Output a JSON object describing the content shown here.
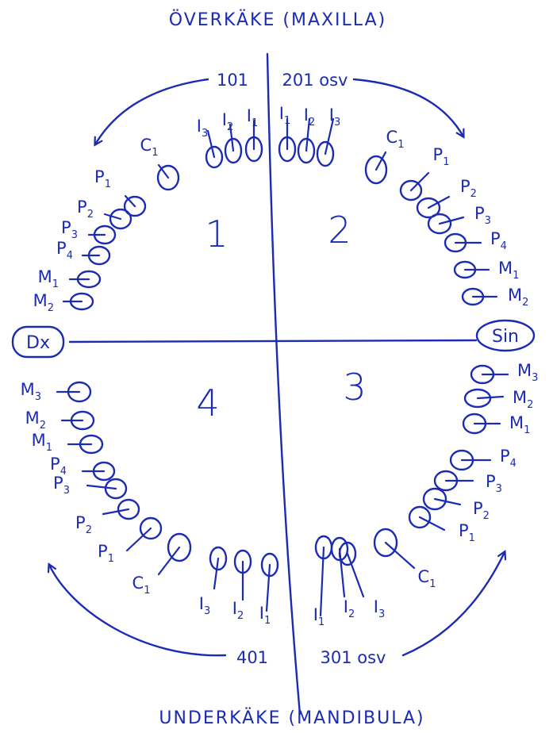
{
  "diagram": {
    "upper_title": "ÖVERKÄKE (MAXILLA)",
    "lower_title": "UNDERKÄKE (MANDIBULA)",
    "side_right_patient": "Dx",
    "side_left_patient": "Sin",
    "quadrants": [
      "1",
      "2",
      "3",
      "4"
    ],
    "numbering": {
      "q1": "101",
      "q2": "201 osv",
      "q3": "301 osv",
      "q4": "401"
    },
    "teeth": {
      "q1": [
        "I1",
        "I2",
        "I3",
        "C1",
        "P1",
        "P2",
        "P3",
        "P4",
        "M1",
        "M2"
      ],
      "q2": [
        "I1",
        "I2",
        "I3",
        "C1",
        "P1",
        "P2",
        "P3",
        "P4",
        "M1",
        "M2"
      ],
      "q3": [
        "I1",
        "I2",
        "I3",
        "C1",
        "P1",
        "P2",
        "P3",
        "P4",
        "M1",
        "M2",
        "M3"
      ],
      "q4": [
        "I1",
        "I2",
        "I3",
        "C1",
        "P1",
        "P2",
        "P3",
        "P4",
        "M1",
        "M2",
        "M3"
      ]
    },
    "ink_color": "#1b2bb3"
  }
}
